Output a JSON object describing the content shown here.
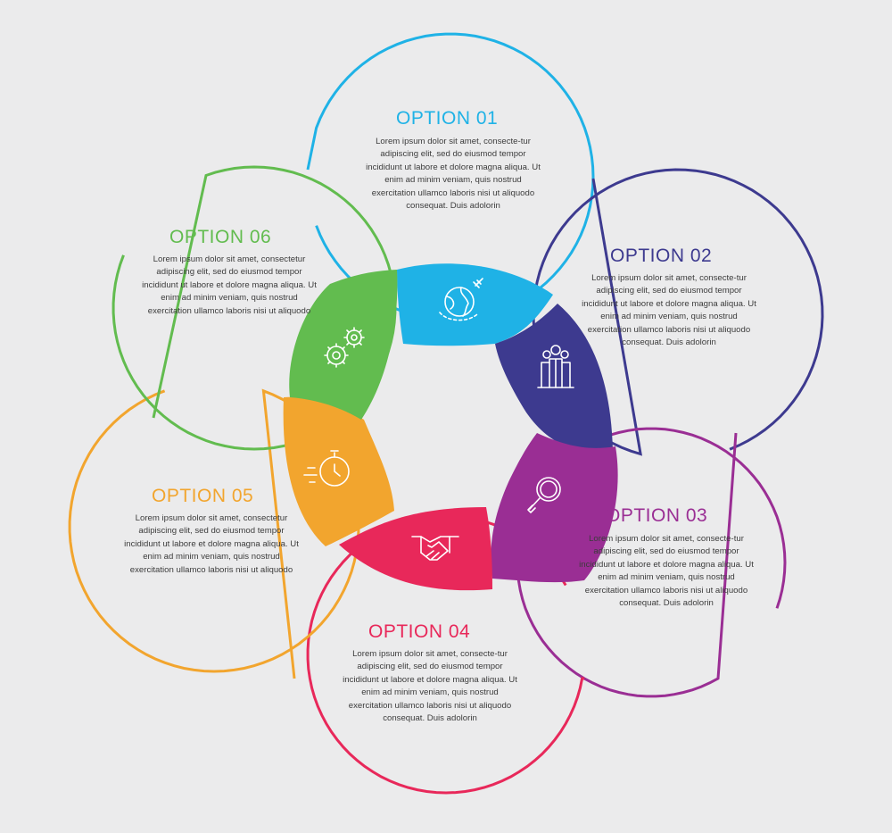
{
  "colors": {
    "background": "#ebebec",
    "option_01": "#1fb2e6",
    "option_02": "#3d3a8f",
    "option_03": "#9a2e94",
    "option_04": "#e8285a",
    "option_05": "#f2a52e",
    "option_06": "#62bc4f"
  },
  "options": [
    {
      "title": "OPTION 01",
      "body": "Lorem ipsum dolor sit amet, consecte-tur adipiscing elit, sed do eiusmod tempor incididunt ut labore et dolore magna aliqua. Ut enim ad minim veniam, quis nostrud exercitation ullamco laboris nisi ut aliquodo consequat. Duis adolorin",
      "icon": "globe-plane-icon"
    },
    {
      "title": "OPTION 02",
      "body": "Lorem ipsum dolor sit amet, consecte-tur adipiscing elit, sed do eiusmod tempor incididunt ut labore et dolore magna aliqua. Ut enim ad minim veniam, quis nostrud exercitation ullamco laboris nisi ut aliquodo consequat. Duis adolorin",
      "icon": "team-people-icon"
    },
    {
      "title": "OPTION 03",
      "body": "Lorem ipsum dolor sit amet, consecte-tur adipiscing elit, sed do eiusmod tempor incididunt ut labore et dolore magna aliqua. Ut enim ad minim veniam, quis nostrud exercitation ullamco laboris nisi ut aliquodo consequat. Duis adolorin",
      "icon": "magnifier-icon"
    },
    {
      "title": "OPTION 04",
      "body": "Lorem ipsum dolor sit amet, consecte-tur adipiscing elit, sed do eiusmod tempor incididunt ut labore et dolore magna aliqua. Ut enim ad minim veniam, quis nostrud exercitation ullamco laboris nisi ut aliquodo consequat. Duis adolorin",
      "icon": "handshake-icon"
    },
    {
      "title": "OPTION 05",
      "body": "Lorem ipsum dolor sit amet, consectetur adipiscing elit, sed do eiusmod tempor incididunt ut labore et dolore magna aliqua. Ut enim ad minim veniam, quis nostrud exercitation ullamco laboris nisi ut aliquodo",
      "icon": "stopwatch-icon"
    },
    {
      "title": "OPTION 06",
      "body": "Lorem ipsum dolor sit amet, consectetur adipiscing elit, sed do eiusmod tempor incididunt ut labore et dolore magna aliqua. Ut enim ad minim veniam, quis nostrud exercitation ullamco laboris nisi ut aliquodo",
      "icon": "gears-icon"
    }
  ],
  "stock_id": "#276630729"
}
